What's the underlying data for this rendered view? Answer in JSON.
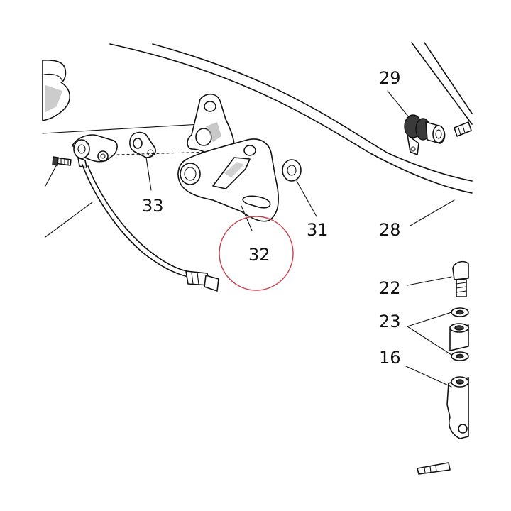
{
  "diagram": {
    "callouts": [
      {
        "id": "c29",
        "text": "29"
      },
      {
        "id": "c33",
        "text": "33"
      },
      {
        "id": "c31",
        "text": "31"
      },
      {
        "id": "c28",
        "text": "28"
      },
      {
        "id": "c32",
        "text": "32"
      },
      {
        "id": "c22",
        "text": "22"
      },
      {
        "id": "c23",
        "text": "23"
      },
      {
        "id": "c16",
        "text": "16"
      }
    ],
    "highlight": {
      "target": "32",
      "color": "#c9414e"
    }
  }
}
